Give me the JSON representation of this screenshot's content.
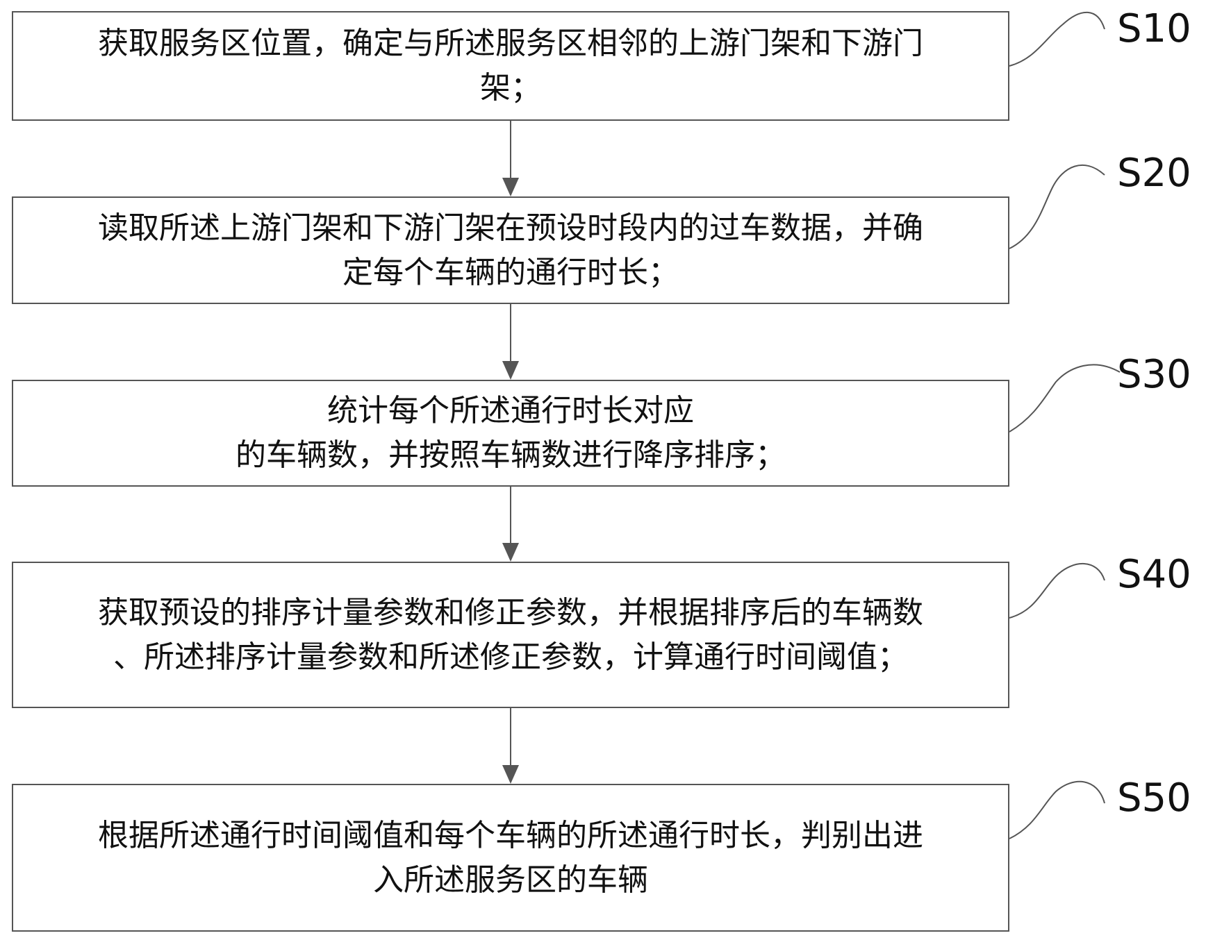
{
  "diagram": {
    "type": "flowchart",
    "direction": "top-to-bottom",
    "colors": {
      "border": "#555555",
      "text": "#111111",
      "arrow": "#555555",
      "background": "#ffffff"
    },
    "steps": [
      {
        "label": "S10",
        "text": "获取服务区位置，确定与所述服务区相邻的上游门架和下游门架；"
      },
      {
        "label": "S20",
        "text": "读取所述上游门架和下游门架在预设时段内的过车数据，并确定每个车辆的通行时长；"
      },
      {
        "label": "S30",
        "text": "统计每个所述通行时长对应的车辆数，并按照车辆数进行降序排序；"
      },
      {
        "label": "S40",
        "text": "获取预设的排序计量参数和修正参数，并根据排序后的车辆数、所述排序计量参数和所述修正参数，计算通行时间阈值；"
      },
      {
        "label": "S50",
        "text": "根据所述通行时间阈值和每个车辆的所述通行时长，判别出进入所述服务区的车辆"
      }
    ],
    "lines": [
      [
        "获取服务区位置，确定与所述服务区相邻的上游门架和下游门",
        "架；"
      ],
      [
        "读取所述上游门架和下游门架在预设时段内的过车数据，并确",
        "定每个车辆的通行时长；"
      ],
      [
        "统计每个所述通行时长对应",
        "的车辆数，并按照车辆数进行降序排序；"
      ],
      [
        "获取预设的排序计量参数和修正参数，并根据排序后的车辆数",
        "、所述排序计量参数和所述修正参数，计算通行时间阈值；"
      ],
      [
        "根据所述通行时间阈值和每个车辆的所述通行时长，判别出进",
        "入所述服务区的车辆"
      ]
    ],
    "edges": [
      {
        "from": "S10",
        "to": "S20"
      },
      {
        "from": "S20",
        "to": "S30"
      },
      {
        "from": "S30",
        "to": "S40"
      },
      {
        "from": "S40",
        "to": "S50"
      }
    ]
  }
}
